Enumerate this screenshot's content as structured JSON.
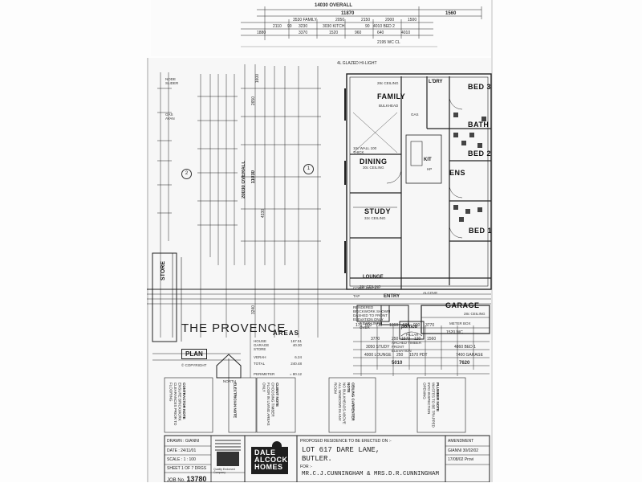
{
  "plan_name": "THE PROVENCE",
  "plan_label": "PLAN",
  "north_label": "NORTH",
  "copyright_label": "COPYRIGHT",
  "top_dims": {
    "overall": "14030 OVERALL",
    "left": "11870",
    "right": "1560",
    "row1": [
      "3530 FAMILY",
      "2050",
      "2150",
      "2000",
      "1500"
    ],
    "row2": [
      "2110",
      "90",
      "3230",
      "3030 KITCH",
      "90",
      "4010 BED 2"
    ],
    "row3": [
      "1880",
      "3370",
      "1520",
      "960",
      "640",
      "4010"
    ],
    "misc": "2195 WC CL"
  },
  "glass_note": "4L GLAZED HI-LIGHT",
  "rooms": {
    "family": "FAMILY",
    "dining": "DINING",
    "study": "STUDY",
    "kitchen": "KIT",
    "bath": "BATH",
    "bed2": "BED 2",
    "bed3": "BED 3",
    "bed1": "BED 1",
    "ens": "ENS",
    "lounge": "LOUNGE",
    "ldry": "L'DRY",
    "entry": "ENTRY",
    "portico": "portico",
    "garage": "GARAGE",
    "store": "STORE"
  },
  "room_notes": {
    "family_ceiling": "28c CEILING",
    "dining_ceiling": "30c CEILING",
    "study_ceiling": "32c CEILING",
    "lounge_ceiling": "28c CEILING",
    "family_bulkhead": "BULKHEAD",
    "gas": "GAS",
    "hp": "HP",
    "dining_note": "10c WALL 100 THICK",
    "garage_note": "28c CEILING",
    "alcove": "ALCOVE",
    "render": "RENDERED BRICKWORK SHOWN DASHED TO FRONT ELEVATION ONLY",
    "lintel": "T BAR LINTEL OVER",
    "arch": "ARCHED TIMBER FRONT ELEVATION",
    "tap": "TAP",
    "comb": "COMB. BRICKS",
    "pillar": "PILLAR",
    "meter": "METER BOX"
  },
  "left_labels": {
    "node": "NODE SLIDER",
    "gas": "GAS AVAN",
    "ref": "2",
    "ref_main": "1"
  },
  "vertical_dims": {
    "overall": "20030 OVERALL",
    "middle": "11030",
    "side": "3240",
    "a": "2650",
    "b": "4330",
    "c": "1600"
  },
  "bottom_dims": {
    "row1": [
      "170",
      "800",
      "710",
      "1360",
      "520",
      "900",
      "3770"
    ],
    "row2": [
      "3770",
      "250",
      "1570",
      "120",
      "1560"
    ],
    "row3": [
      "3050 STUDY",
      "4000 LOUNGE",
      "250",
      "1570 PDT",
      "4860 BED 1"
    ],
    "total_left": "5010",
    "total_right": "7620",
    "garage": "7400 GARAGE",
    "wc": "1520 WC"
  },
  "areas": {
    "title": "AREAS",
    "rows": [
      {
        "label": "HOUSE",
        "value": "167.51"
      },
      {
        "label": "GARAGE",
        "value": "40.30"
      },
      {
        "label": "STORE",
        "value": ""
      },
      {
        "label": "VERAH",
        "value": "6.24"
      },
      {
        "label": "TOTAL",
        "value": "240.48"
      },
      {
        "label": "PERIMETER",
        "value": "= 80.12"
      }
    ]
  },
  "notes": {
    "contractor": "CONTRACTOR NOTE",
    "client": "CLIENT NOTE",
    "ceiling": "CEILING CARPENTER NOTE",
    "plumber": "PLUMBER NOTE",
    "electrician": "ELECTRICIAN NOTE",
    "plumber_text": "WASTES TO BE TRAPPED INTO INSPECTION OPENING",
    "ceiling_text": "NO BULKHEADS ABOVE ALL WINDOWS IN ANY ROOM",
    "client_text": "CHOOSING TIMBER FLOOR IN LIVING AREAS ONLY",
    "contractor_text": "ENSURE BRICKWORK CLEARANCES PRIOR TO FLOORING"
  },
  "title_block": {
    "drawn_label": "DRAWN",
    "drawn": "GIANNI",
    "date_label": "DATE",
    "date": "24/11/01",
    "scale_label": "SCALE",
    "scale": "1 : 100",
    "sheet": "SHEET 1 OF 7 DRGS",
    "job_label": "JOB No.",
    "job": "13780",
    "company_line1": "DALE",
    "company_line2": "ALCOCK",
    "company_line3": "HOMES",
    "proposed": "PROPOSED RESIDENCE TO BE ERECTED ON :-",
    "lot": "LOT 617 DARE LANE,",
    "suburb": "BUTLER.",
    "for_label": "FOR :-",
    "client": "MR.C.J.CUNNINGHAM & MRS.D.R.CUNNINGHAM",
    "amendment_label": "AMENDMENT",
    "amend1": "GIANNI 30/02/02",
    "amend2": "17/08/02 Provi",
    "quality": "Quality Endorsed Company"
  },
  "colors": {
    "ink": "#1a1a1a",
    "paper": "#f7f7f7",
    "logo_bg": "#1f1f1f"
  }
}
